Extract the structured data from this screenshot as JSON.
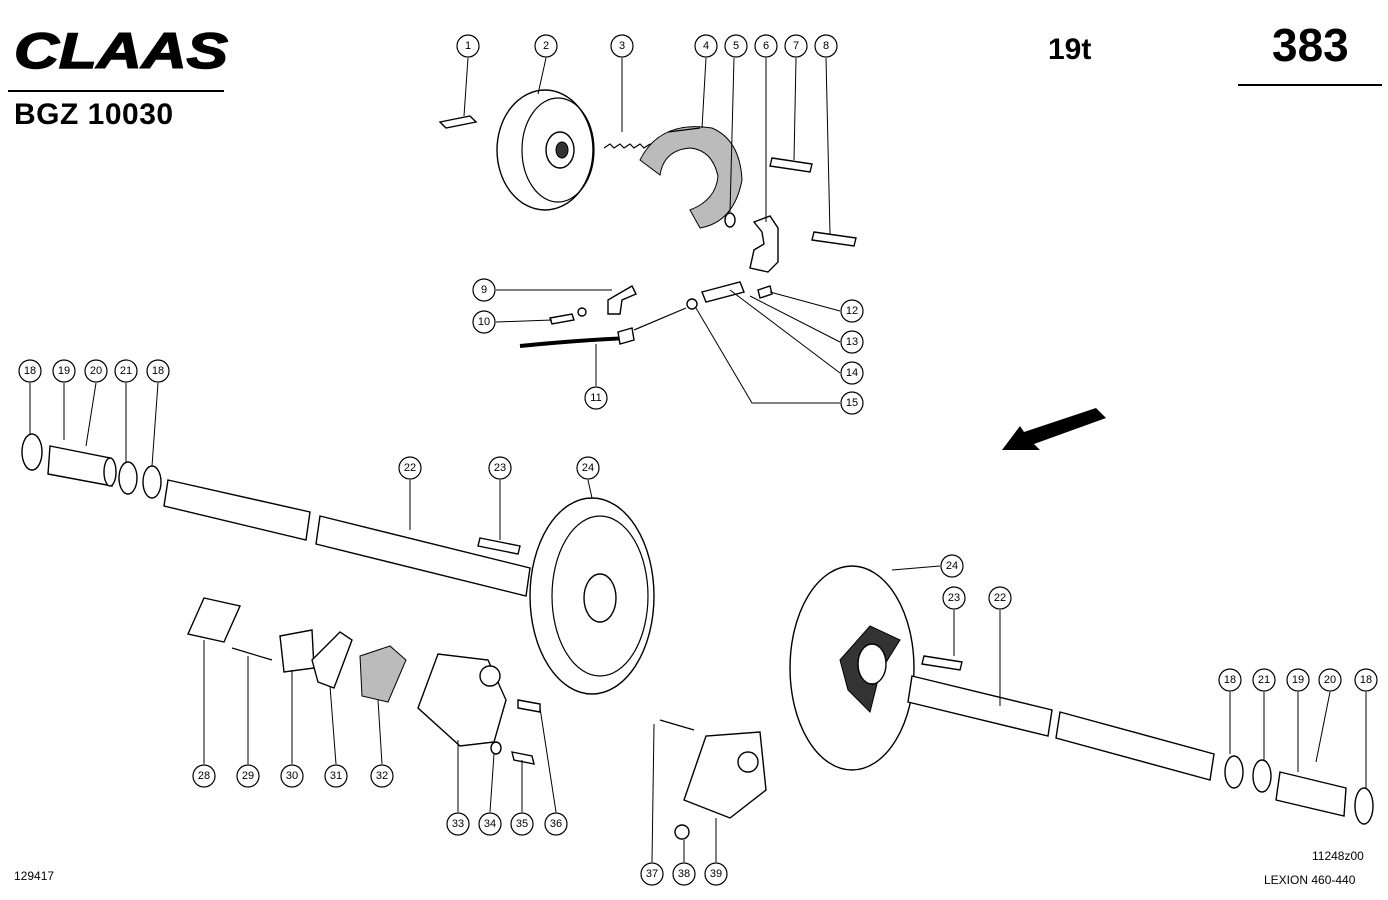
{
  "header": {
    "brand": "CLAAS",
    "doc_code": "BGZ 10030",
    "variant": "19t",
    "page_number": "383"
  },
  "footer": {
    "left_code": "129417",
    "drawing_code": "11248z00",
    "model": "LEXION 460-440"
  },
  "callouts": [
    "1",
    "2",
    "3",
    "4",
    "5",
    "6",
    "7",
    "8",
    "9",
    "10",
    "11",
    "12",
    "13",
    "14",
    "15",
    "18",
    "19",
    "20",
    "21",
    "18",
    "22",
    "23",
    "24",
    "24",
    "23",
    "22",
    "18",
    "21",
    "19",
    "20",
    "18",
    "28",
    "29",
    "30",
    "31",
    "32",
    "33",
    "34",
    "35",
    "36",
    "37",
    "38",
    "39"
  ]
}
